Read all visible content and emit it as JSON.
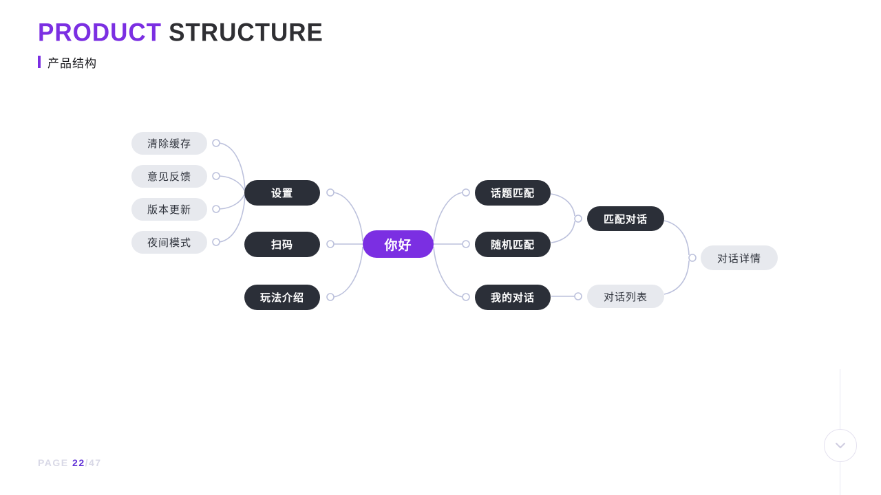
{
  "header": {
    "title_accent": "PRODUCT",
    "title_rest": "STRUCTURE",
    "subtitle": "产品结构"
  },
  "mindmap": {
    "root": "你好",
    "settings_children": [
      "清除缓存",
      "意见反馈",
      "版本更新",
      "夜间模式"
    ],
    "left_level1": [
      "设置",
      "扫码",
      "玩法介绍"
    ],
    "right_level1": [
      "话题匹配",
      "随机匹配",
      "我的对话"
    ],
    "right_level2": [
      "匹配对话",
      "对话列表"
    ],
    "right_level3": [
      "对话详情"
    ]
  },
  "footer": {
    "page_label": "PAGE",
    "page_current": "22",
    "page_total": "/47"
  },
  "icons": {
    "next": "chevron-down-icon"
  },
  "colors": {
    "accent": "#7B2FE2",
    "node_dark": "#2B2F38",
    "node_light": "#E7E9EE",
    "node_text_dark": "#2F333C",
    "node_text_light": "#FFFFFF",
    "connector": "#BCC1DC",
    "page_number": "#5F2FD6",
    "muted": "#D8D8E6"
  }
}
